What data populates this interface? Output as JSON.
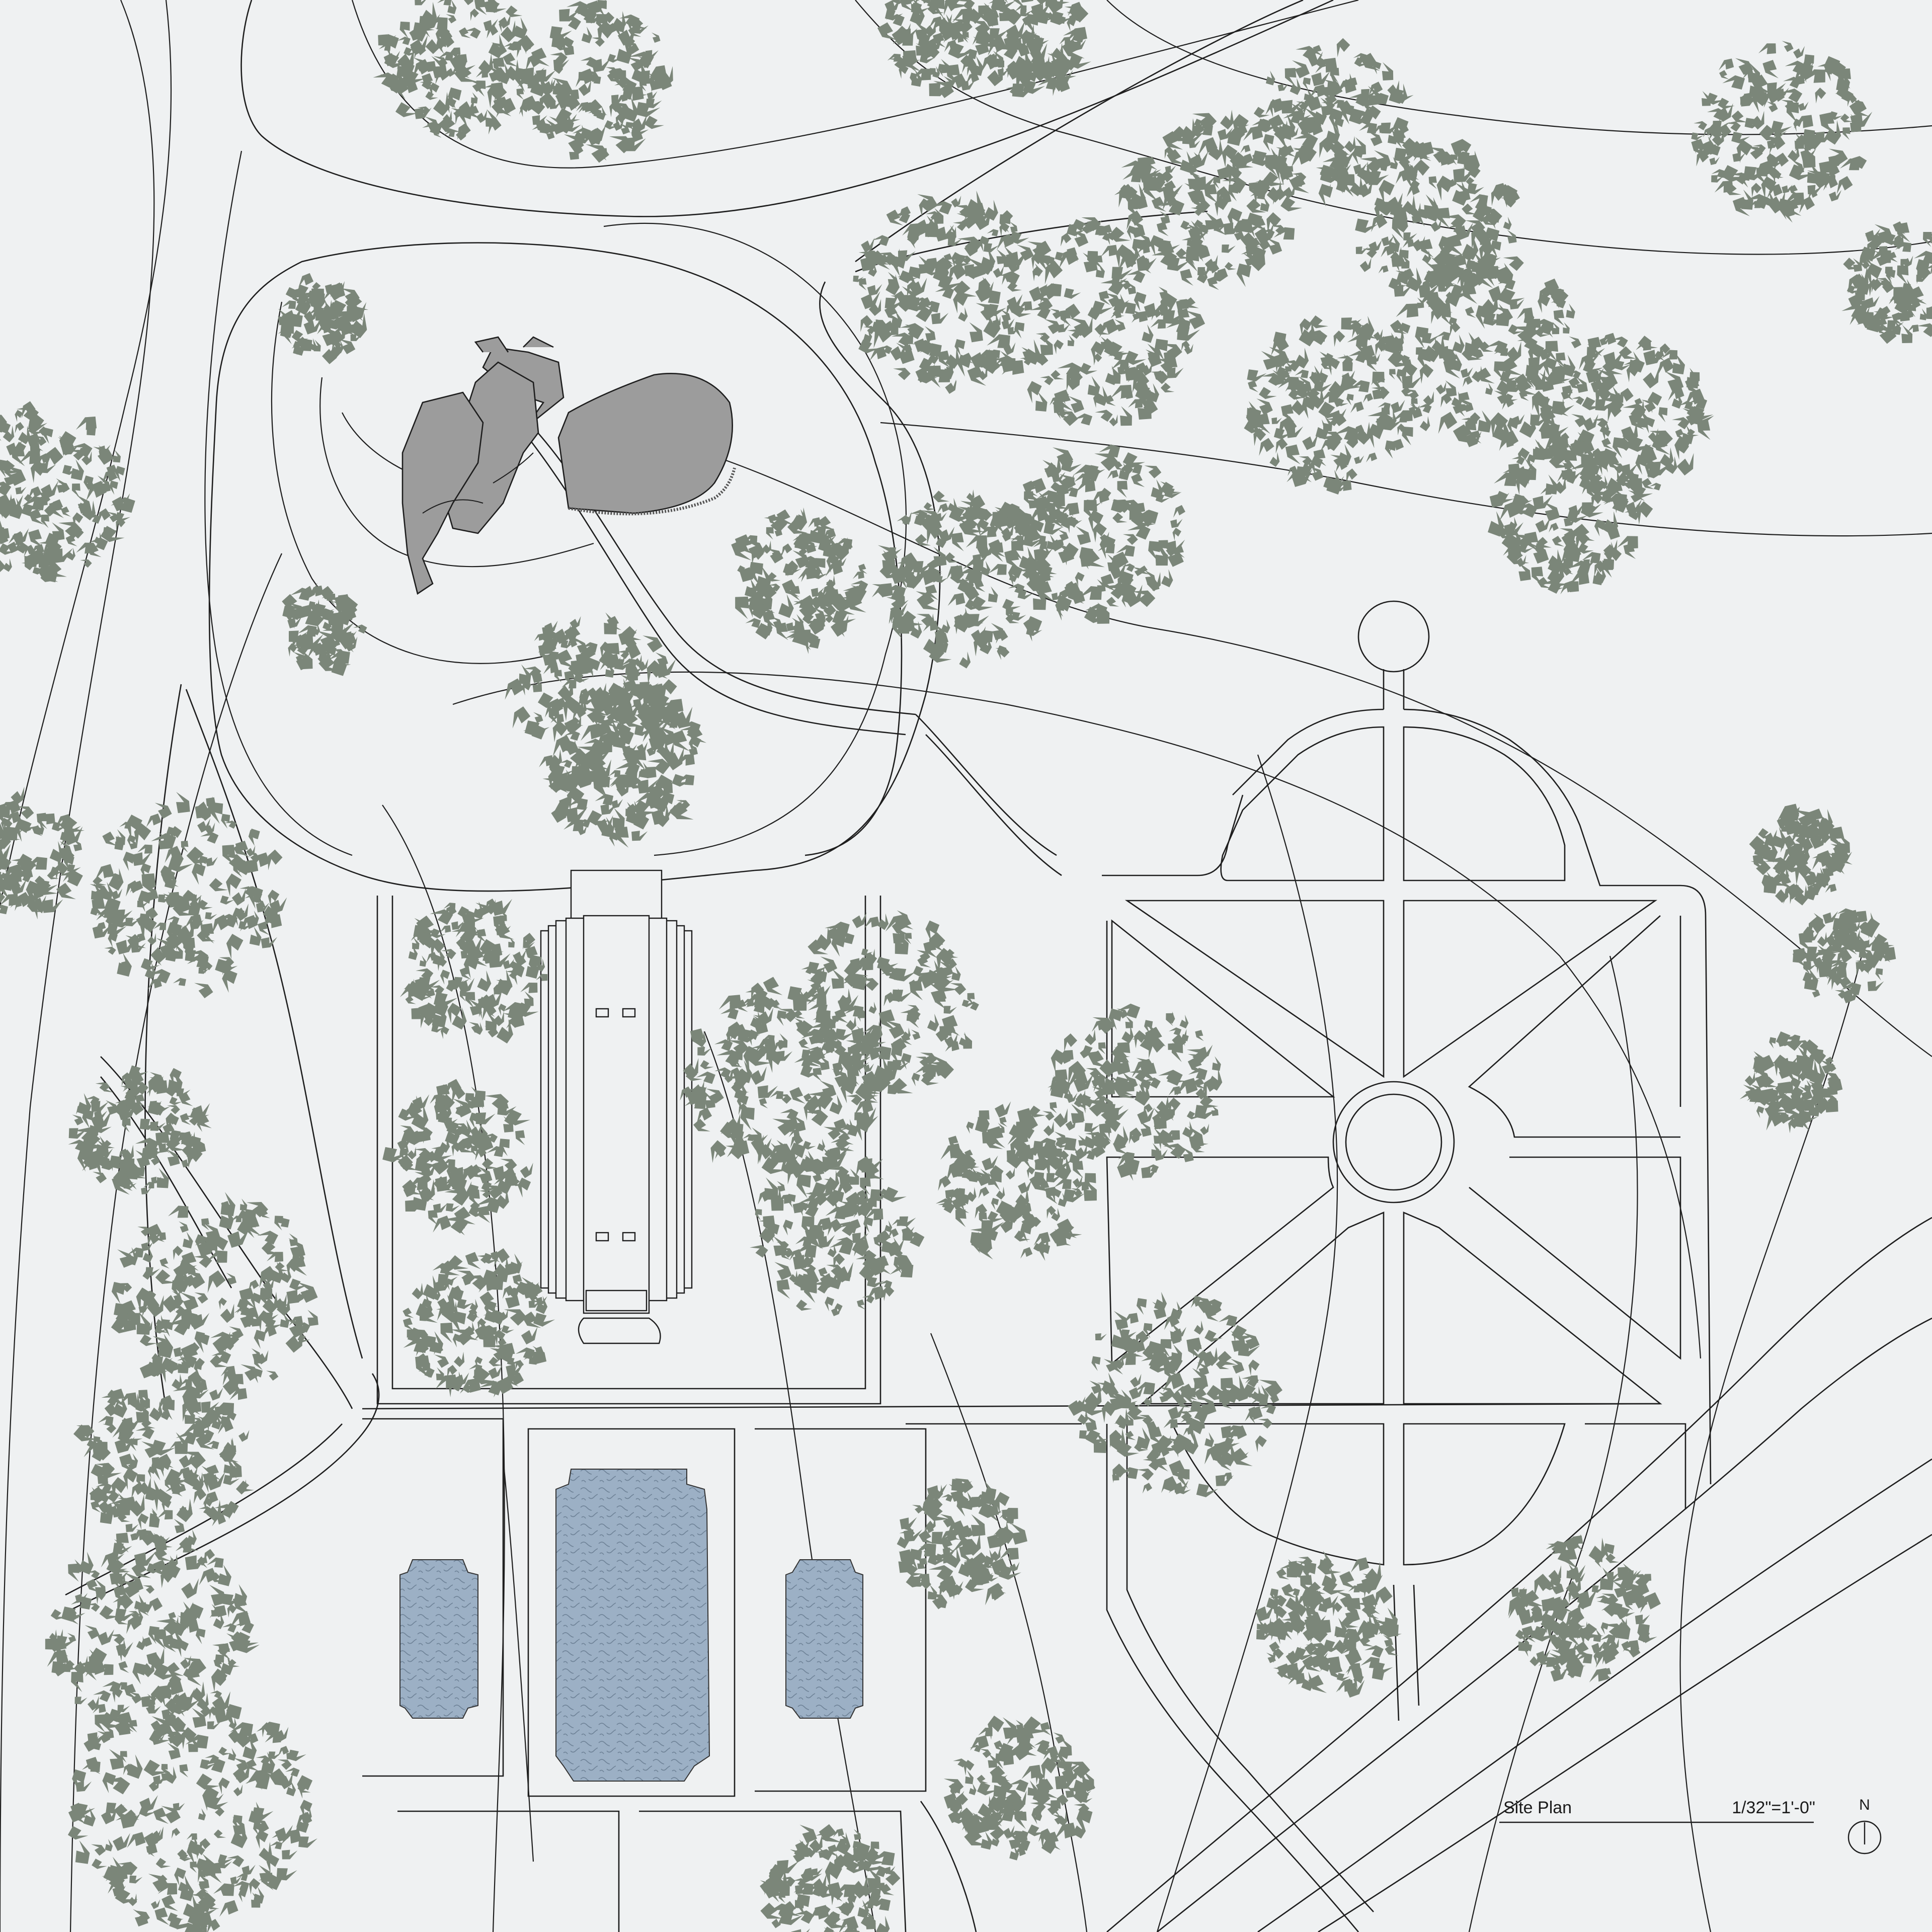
{
  "title_block": {
    "title": "Site Plan",
    "scale": "1/32\"=1'-0\"",
    "north_label": "N"
  },
  "colors": {
    "background": "#eff1f2",
    "linework": "#1e1e1e",
    "tree_foliage": "#7b8679",
    "water": "#9cb0c5",
    "pavilion_roof": "#9c9c9c"
  },
  "legend_icons": [
    "north-arrow-icon"
  ]
}
